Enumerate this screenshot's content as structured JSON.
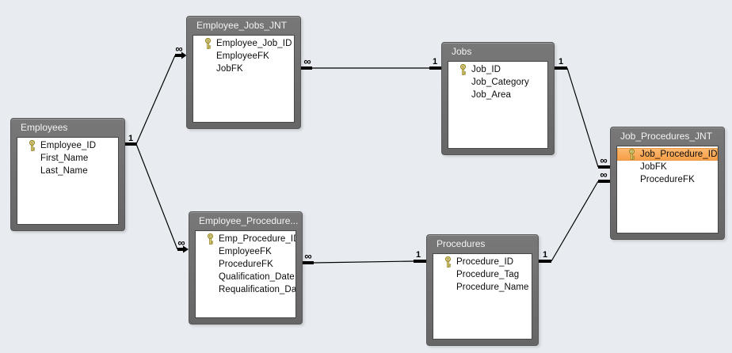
{
  "view": {
    "type": "database-relationships-diagram",
    "background_color": "#e8ecf1",
    "table_header_color": "#6d6d6d",
    "selection_color": "#f8a75c",
    "line_color": "#000000",
    "key_icon_color": "#e8c84a"
  },
  "icons": {
    "primary_key": "key-icon"
  },
  "tables": [
    {
      "title": "Employees",
      "fields": [
        {
          "name": "Employee_ID",
          "primary_key": true
        },
        {
          "name": "First_Name",
          "primary_key": false
        },
        {
          "name": "Last_Name",
          "primary_key": false
        }
      ]
    },
    {
      "title": "Employee_Jobs_JNT",
      "fields": [
        {
          "name": "Employee_Job_ID",
          "primary_key": true
        },
        {
          "name": "EmployeeFK",
          "primary_key": false
        },
        {
          "name": "JobFK",
          "primary_key": false
        }
      ]
    },
    {
      "title": "Jobs",
      "fields": [
        {
          "name": "Job_ID",
          "primary_key": true
        },
        {
          "name": "Job_Category",
          "primary_key": false
        },
        {
          "name": "Job_Area",
          "primary_key": false
        }
      ]
    },
    {
      "title": "Employee_Procedure...",
      "fields": [
        {
          "name": "Emp_Procedure_ID",
          "primary_key": true
        },
        {
          "name": "EmployeeFK",
          "primary_key": false
        },
        {
          "name": "ProcedureFK",
          "primary_key": false
        },
        {
          "name": "Qualification_Date",
          "primary_key": false
        },
        {
          "name": "Requalification_Da",
          "primary_key": false
        }
      ]
    },
    {
      "title": "Procedures",
      "fields": [
        {
          "name": "Procedure_ID",
          "primary_key": true
        },
        {
          "name": "Procedure_Tag",
          "primary_key": false
        },
        {
          "name": "Procedure_Name",
          "primary_key": false
        }
      ]
    },
    {
      "title": "Job_Procedures_JNT",
      "fields": [
        {
          "name": "Job_Procedure_ID",
          "primary_key": true,
          "selected": true
        },
        {
          "name": "JobFK",
          "primary_key": false
        },
        {
          "name": "ProcedureFK",
          "primary_key": false
        }
      ]
    }
  ],
  "relationships": [
    {
      "from_table": "Employees",
      "from_cardinality": "1",
      "to_table": "Employee_Jobs_JNT",
      "to_cardinality": "∞"
    },
    {
      "from_table": "Employee_Jobs_JNT",
      "from_cardinality": "∞",
      "to_table": "Jobs",
      "to_cardinality": "1"
    },
    {
      "from_table": "Jobs",
      "from_cardinality": "1",
      "to_table": "Job_Procedures_JNT",
      "to_cardinality": "∞"
    },
    {
      "from_table": "Employees",
      "from_cardinality": "1",
      "to_table": "Employee_Procedure...",
      "to_cardinality": "∞"
    },
    {
      "from_table": "Employee_Procedure...",
      "from_cardinality": "∞",
      "to_table": "Procedures",
      "to_cardinality": "1"
    },
    {
      "from_table": "Procedures",
      "from_cardinality": "1",
      "to_table": "Job_Procedures_JNT",
      "to_cardinality": "∞"
    }
  ]
}
